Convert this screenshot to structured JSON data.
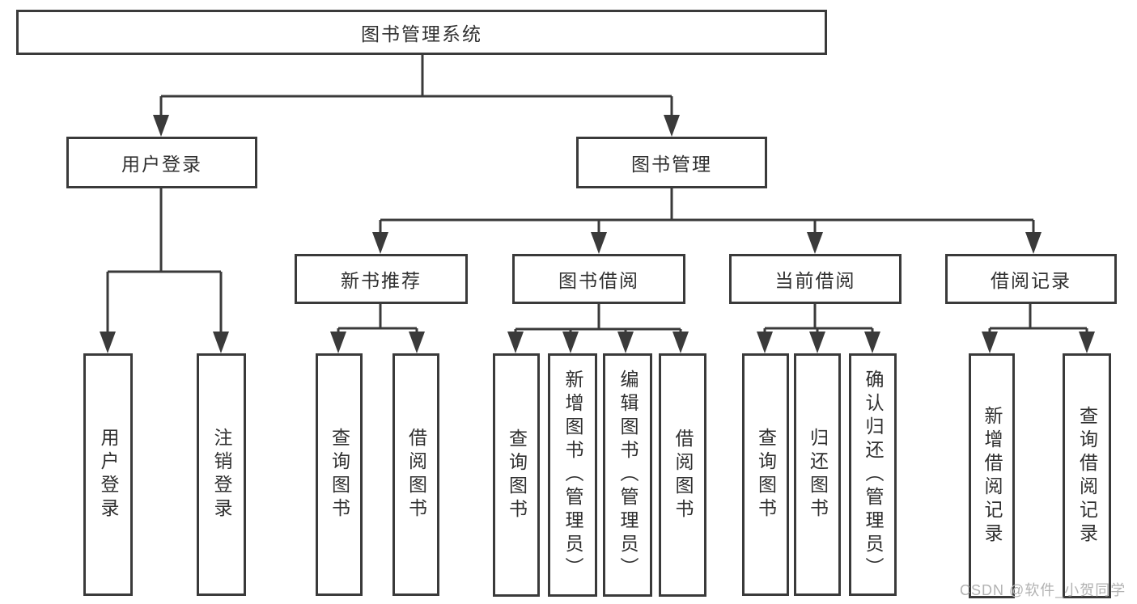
{
  "tree": {
    "root_label": "图书管理系统",
    "branches": [
      {
        "label": "用户登录",
        "children": [
          {
            "label": "用户登录"
          },
          {
            "label": "注销登录"
          }
        ]
      },
      {
        "label": "图书管理",
        "children": [
          {
            "label": "新书推荐",
            "children": [
              {
                "label": "查询图书"
              },
              {
                "label": "借阅图书"
              }
            ]
          },
          {
            "label": "图书借阅",
            "children": [
              {
                "label": "查询图书"
              },
              {
                "label": "新增图书（管理员）"
              },
              {
                "label": "编辑图书（管理员）"
              },
              {
                "label": "借阅图书"
              }
            ]
          },
          {
            "label": "当前借阅",
            "children": [
              {
                "label": "查询图书"
              },
              {
                "label": "归还图书"
              },
              {
                "label": "确认归还（管理员）"
              }
            ]
          },
          {
            "label": "借阅记录",
            "children": [
              {
                "label": "新增借阅记录"
              },
              {
                "label": "查询借阅记录"
              }
            ]
          }
        ]
      }
    ]
  },
  "watermark": "CSDN @软件_小贺同学",
  "colors": {
    "line": "#3a3a3a",
    "text": "#303030",
    "watermark": "#b2b2b2",
    "background": "#ffffff"
  }
}
